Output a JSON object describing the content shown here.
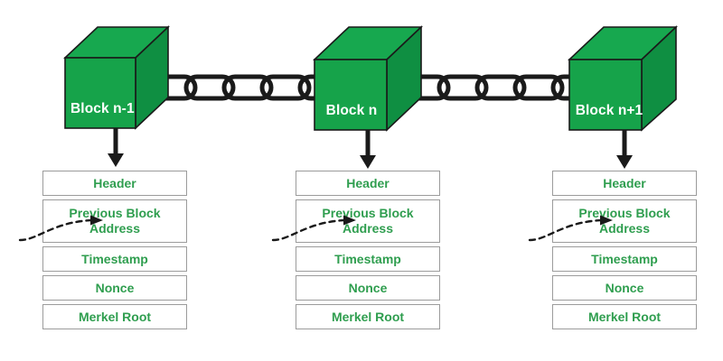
{
  "diagram": {
    "title": "Blockchain Block Structure",
    "colors": {
      "cube_front": "#16a34a",
      "cube_front_alt": "#14a04b",
      "cube_top": "#17a84f",
      "cube_side": "#0f8f42",
      "cube_outline": "#1a1a1a",
      "field_text": "#2f9e4f",
      "field_border": "#9b9b9b",
      "field_fill": "#ffffff",
      "chain": "#1a1a1a",
      "arrow": "#1a1a1a",
      "background": "#ffffff",
      "cube_label_text": "#ffffff"
    },
    "chain_icon_name": "chain-link-icon",
    "blocks": [
      {
        "id": "block-n-minus-1",
        "label": "Block n-1",
        "fields": [
          {
            "key": "header",
            "label": "Header",
            "multiline": false
          },
          {
            "key": "previous-block-address",
            "label": "Previous Block Address",
            "multiline": true
          },
          {
            "key": "timestamp",
            "label": "Timestamp",
            "multiline": false
          },
          {
            "key": "nonce",
            "label": "Nonce",
            "multiline": false
          },
          {
            "key": "merkel-root",
            "label": "Merkel Root",
            "multiline": false
          }
        ]
      },
      {
        "id": "block-n",
        "label": "Block n",
        "fields": [
          {
            "key": "header",
            "label": "Header",
            "multiline": false
          },
          {
            "key": "previous-block-address",
            "label": "Previous Block Address",
            "multiline": true
          },
          {
            "key": "timestamp",
            "label": "Timestamp",
            "multiline": false
          },
          {
            "key": "nonce",
            "label": "Nonce",
            "multiline": false
          },
          {
            "key": "merkel-root",
            "label": "Merkel Root",
            "multiline": false
          }
        ]
      },
      {
        "id": "block-n-plus-1",
        "label": "Block n+1",
        "fields": [
          {
            "key": "header",
            "label": "Header",
            "multiline": false
          },
          {
            "key": "previous-block-address",
            "label": "Previous Block Address",
            "multiline": true
          },
          {
            "key": "timestamp",
            "label": "Timestamp",
            "multiline": false
          },
          {
            "key": "nonce",
            "label": "Nonce",
            "multiline": false
          },
          {
            "key": "merkel-root",
            "label": "Merkel Root",
            "multiline": false
          }
        ]
      }
    ],
    "connectors": {
      "chain_segments": 2,
      "links_per_segment": 5,
      "down_arrow_name": "down-arrow",
      "dashed_arrow_name": "dashed-link-arrow"
    }
  }
}
